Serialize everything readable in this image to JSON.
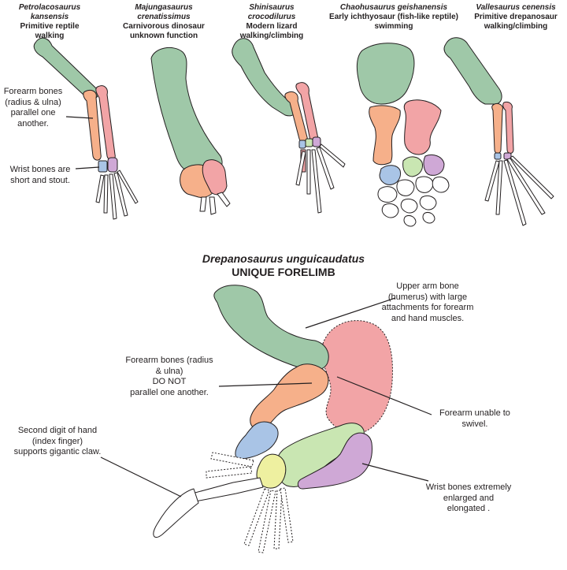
{
  "species": [
    {
      "name": "Petrolacosaurus kansensis",
      "line1": "Primitive reptile",
      "line2": "walking"
    },
    {
      "name": "Majungasaurus crenatissimus",
      "line1": "Carnivorous dinosaur",
      "line2": "unknown function"
    },
    {
      "name": "Shinisaurus crocodilurus",
      "line1": "Modern lizard",
      "line2": "walking/climbing"
    },
    {
      "name": "Chaohusaurus geishanensis",
      "line1": "Early ichthyosaur (fish-like reptile)",
      "line2": "swimming"
    },
    {
      "name": "Vallesaurus cenensis",
      "line1": "Primitive drepanosaur",
      "line2": "walking/climbing"
    }
  ],
  "notes_top": {
    "forearm": [
      "Forearm bones",
      "(radius & ulna)",
      "parallel one",
      "another."
    ],
    "wrist": [
      "Wrist bones are",
      "short and stout."
    ]
  },
  "main": {
    "name": "Drepanosaurus unguicaudatus",
    "subtitle": "UNIQUE FORELIMB"
  },
  "labels": {
    "humerus": [
      "Upper arm bone",
      "(humerus) with large",
      "attachments for forearm",
      "and hand muscles."
    ],
    "forearm_not_parallel": [
      "Forearm bones (radius",
      "& ulna)",
      "DO NOT",
      "parallel one another."
    ],
    "digit": [
      "Second digit of hand",
      "(index finger)",
      "supports gigantic claw."
    ],
    "swivel": [
      "Forearm unable to",
      "swivel."
    ],
    "wrist_enlarged": [
      "Wrist bones extremely",
      "enlarged and",
      "elongated ."
    ]
  },
  "colors": {
    "humerus": "#9fc8a8",
    "radius": "#f6b08a",
    "ulna": "#f2a4a6",
    "wrist_blue": "#a9c4e6",
    "wrist_green": "#c9e6b2",
    "wrist_purple": "#cfa8d6",
    "wrist_yellow": "#eef0a0",
    "outline": "#231f20"
  }
}
